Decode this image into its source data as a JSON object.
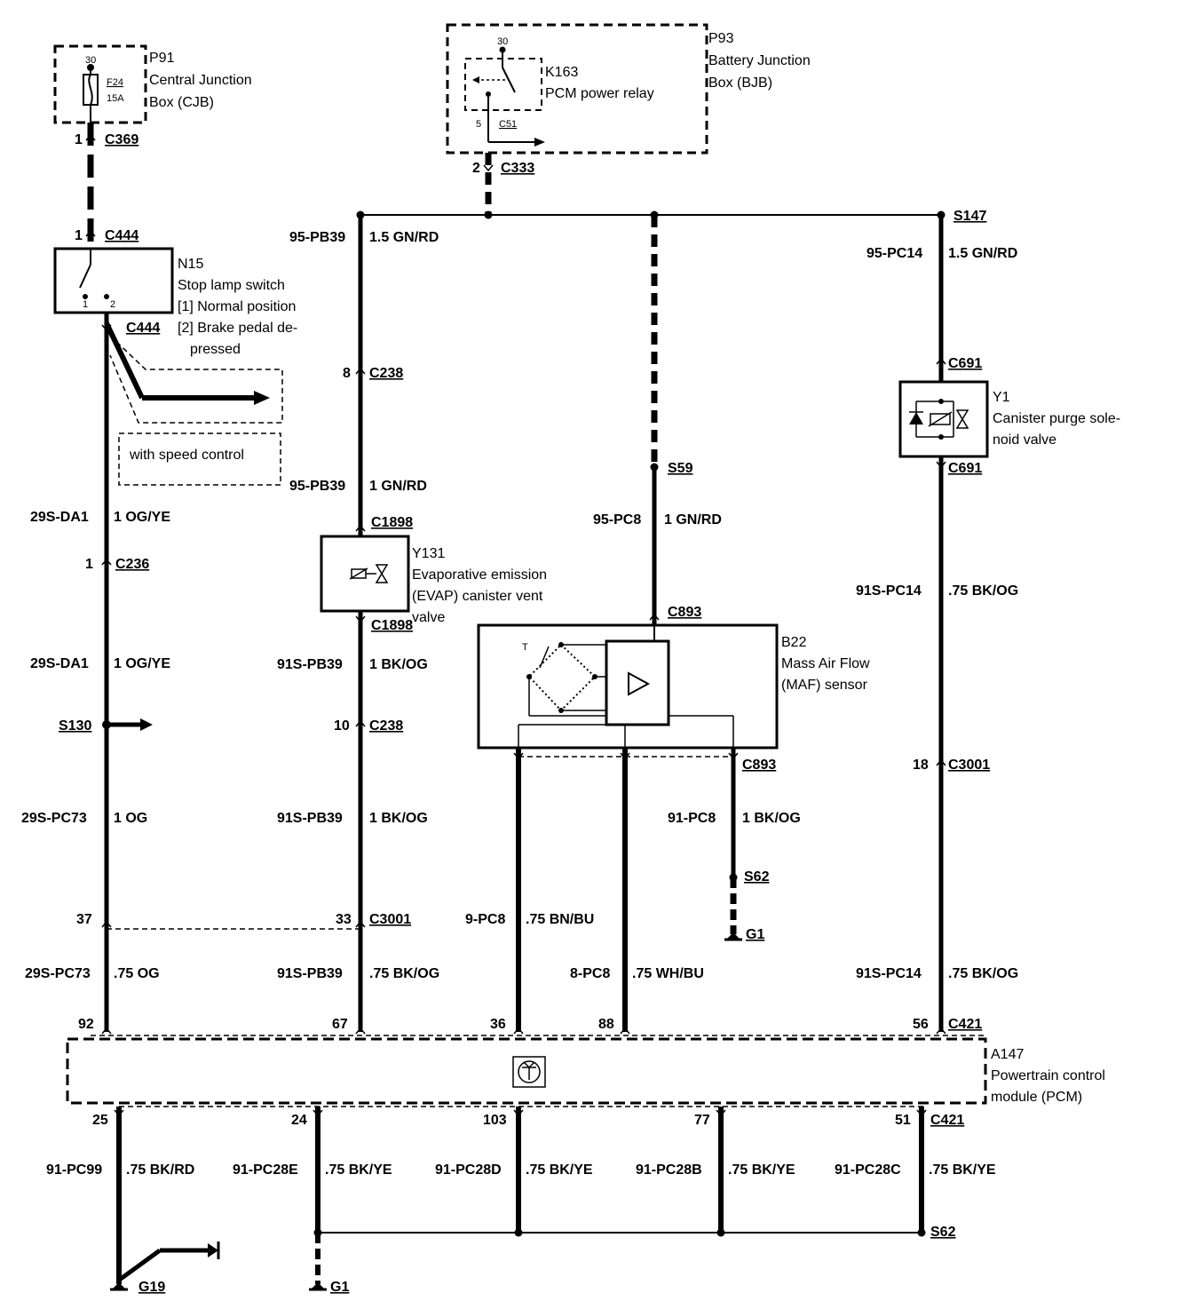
{
  "components": {
    "p91": {
      "id": "P91",
      "line1": "Central Junction",
      "line2": "Box (CJB)",
      "pin": "30",
      "fuse": "F24",
      "rating": "15A"
    },
    "p93": {
      "id": "P93",
      "line1": "Battery Junction",
      "line2": "Box (BJB)",
      "pin30": "30",
      "pin5": "5",
      "conn": "C51"
    },
    "k163": {
      "id": "K163",
      "name": "PCM power relay"
    },
    "n15": {
      "id": "N15",
      "line1": "Stop lamp switch",
      "line2": "[1] Normal position",
      "line3": "[2] Brake pedal de-",
      "line4": "pressed",
      "pin1": "1",
      "pin2": "2"
    },
    "speed_control": "with speed control",
    "y131": {
      "id": "Y131",
      "line1": "Evaporative emission",
      "line2": "(EVAP) canister vent",
      "line3": "valve"
    },
    "y1": {
      "id": "Y1",
      "line1": "Canister purge sole-",
      "line2": "noid valve"
    },
    "b22": {
      "id": "B22",
      "line1": "Mass Air Flow",
      "line2": "(MAF) sensor",
      "t": "T"
    },
    "a147": {
      "id": "A147",
      "line1": "Powertrain control",
      "line2": "module (PCM)"
    }
  },
  "connectors": {
    "c369": "C369",
    "c444a": "C444",
    "c444b": "C444",
    "c333": "C333",
    "s147": "S147",
    "c238a": "C238",
    "c238b": "C238",
    "c1898a": "C1898",
    "c1898b": "C1898",
    "c236": "C236",
    "s130": "S130",
    "c691a": "C691",
    "c691b": "C691",
    "s59": "S59",
    "c893a": "C893",
    "c893b": "C893",
    "s62a": "S62",
    "g1a": "G1",
    "c3001a": "C3001",
    "c3001b": "C3001",
    "c421a": "C421",
    "c421b": "C421",
    "s62b": "S62",
    "g19": "G19",
    "g1b": "G1"
  },
  "pins": {
    "c369": "1",
    "c444": "1",
    "c333": "2",
    "c238a": "8",
    "c236": "1",
    "c238b": "10",
    "c3001_18": "18",
    "p37": "37",
    "p33": "33",
    "p92": "92",
    "p67": "67",
    "p36": "36",
    "p88": "88",
    "p56": "56",
    "p25": "25",
    "p24": "24",
    "p103": "103",
    "p77": "77",
    "p51": "51"
  },
  "wires": {
    "w1_code": "95-PB39",
    "w1_spec": "1.5 GN/RD",
    "w2_code": "95-PB39",
    "w2_spec": "1 GN/RD",
    "w3_code": "91S-PB39",
    "w3_spec": "1 BK/OG",
    "w4_code": "91S-PB39",
    "w4_spec": "1 BK/OG",
    "w5_code": "91S-PB39",
    "w5_spec": ".75 BK/OG",
    "w6_code": "29S-DA1",
    "w6_spec": "1 OG/YE",
    "w7_code": "29S-DA1",
    "w7_spec": "1 OG/YE",
    "w8_code": "29S-PC73",
    "w8_spec": "1 OG",
    "w9_code": "29S-PC73",
    "w9_spec": ".75 OG",
    "w10_code": "95-PC8",
    "w10_spec": "1 GN/RD",
    "w11_code": "91-PC8",
    "w11_spec": "1 BK/OG",
    "w12_code": "9-PC8",
    "w12_spec": ".75 BN/BU",
    "w13_code": "8-PC8",
    "w13_spec": ".75 WH/BU",
    "w14_code": "95-PC14",
    "w14_spec": "1.5 GN/RD",
    "w15_code": "91S-PC14",
    "w15_spec": ".75 BK/OG",
    "w16_code": "91S-PC14",
    "w16_spec": ".75 BK/OG",
    "w17_code": "91-PC99",
    "w17_spec": ".75 BK/RD",
    "w18_code": "91-PC28E",
    "w18_spec": ".75 BK/YE",
    "w19_code": "91-PC28D",
    "w19_spec": ".75 BK/YE",
    "w20_code": "91-PC28B",
    "w20_spec": ".75 BK/YE",
    "w21_code": "91-PC28C",
    "w21_spec": ".75 BK/YE"
  }
}
